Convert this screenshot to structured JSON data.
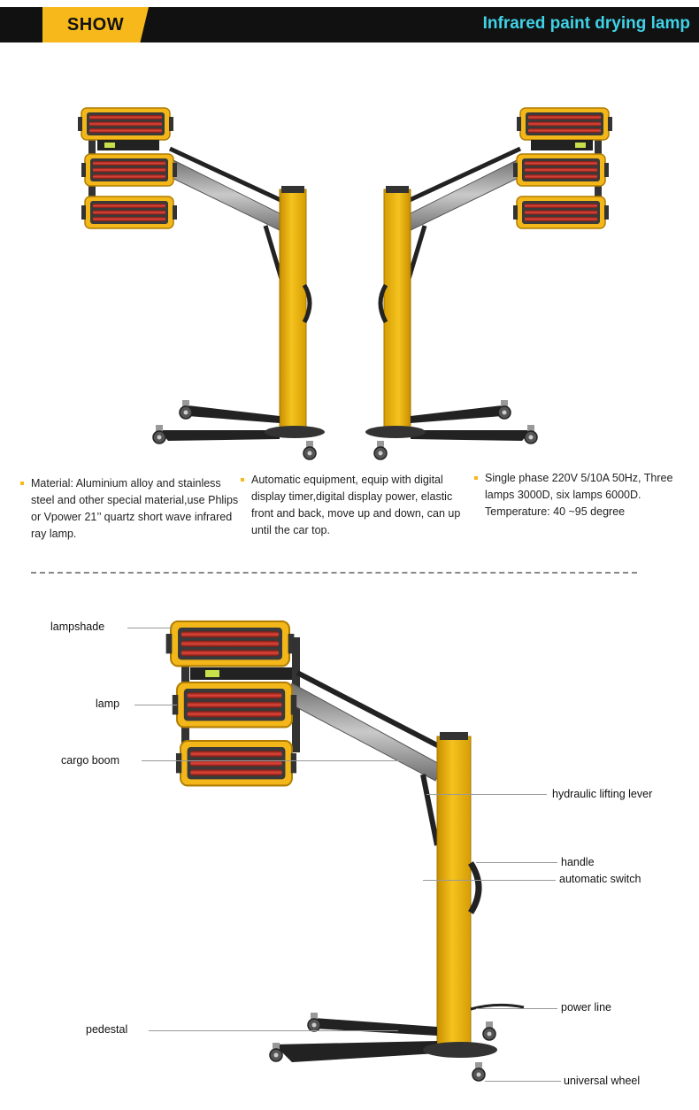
{
  "header": {
    "tag": "SHOW",
    "title": "Infrared paint drying lamp"
  },
  "features": [
    {
      "text": "Material: Aluminium alloy and stainless steel and other special material,use Phlips or Vpower 21’’ quartz short wave infrared ray lamp."
    },
    {
      "text": "Automatic equipment, equip with digital display timer,digital display power, elastic front and back, move up and down, can up until the car top."
    },
    {
      "text": "Single phase 220V 5/10A 50Hz, Three lamps 3000D, six lamps 6000D. Temperature: 40 ~95 degree"
    }
  ],
  "callouts": {
    "lampshade": "lampshade",
    "lamp": "lamp",
    "cargo_boom": "cargo boom",
    "hydraulic_lifting_lever": "hydraulic lifting lever",
    "handle": "handle",
    "automatic_switch": "automatic switch",
    "power_line": "power line",
    "pedestal": "pedestal",
    "universal_wheel": "universal wheel"
  },
  "colors": {
    "accent": "#f6b81a",
    "banner": "#111111",
    "title": "#3fd2e6",
    "lamp_red": "#c0392b",
    "metal": "#8a8a8a"
  }
}
